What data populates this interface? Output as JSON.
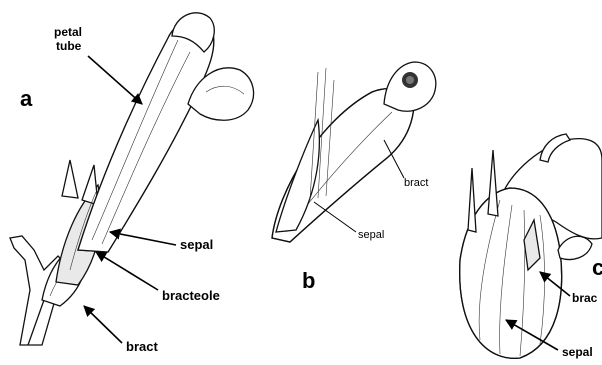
{
  "figure": {
    "panel_a": {
      "letter": "a",
      "labels": {
        "petal_tube_line1": "petal",
        "petal_tube_line2": "tube",
        "sepal": "sepal",
        "bracteole": "bracteole",
        "bract": "bract"
      }
    },
    "panel_b": {
      "letter": "b",
      "labels": {
        "bract": "bract",
        "sepal": "sepal"
      }
    },
    "panel_c": {
      "letter": "c",
      "labels": {
        "bract": "brac",
        "sepal": "sepal"
      }
    }
  },
  "colors": {
    "ink": "#000000",
    "background": "#ffffff"
  }
}
